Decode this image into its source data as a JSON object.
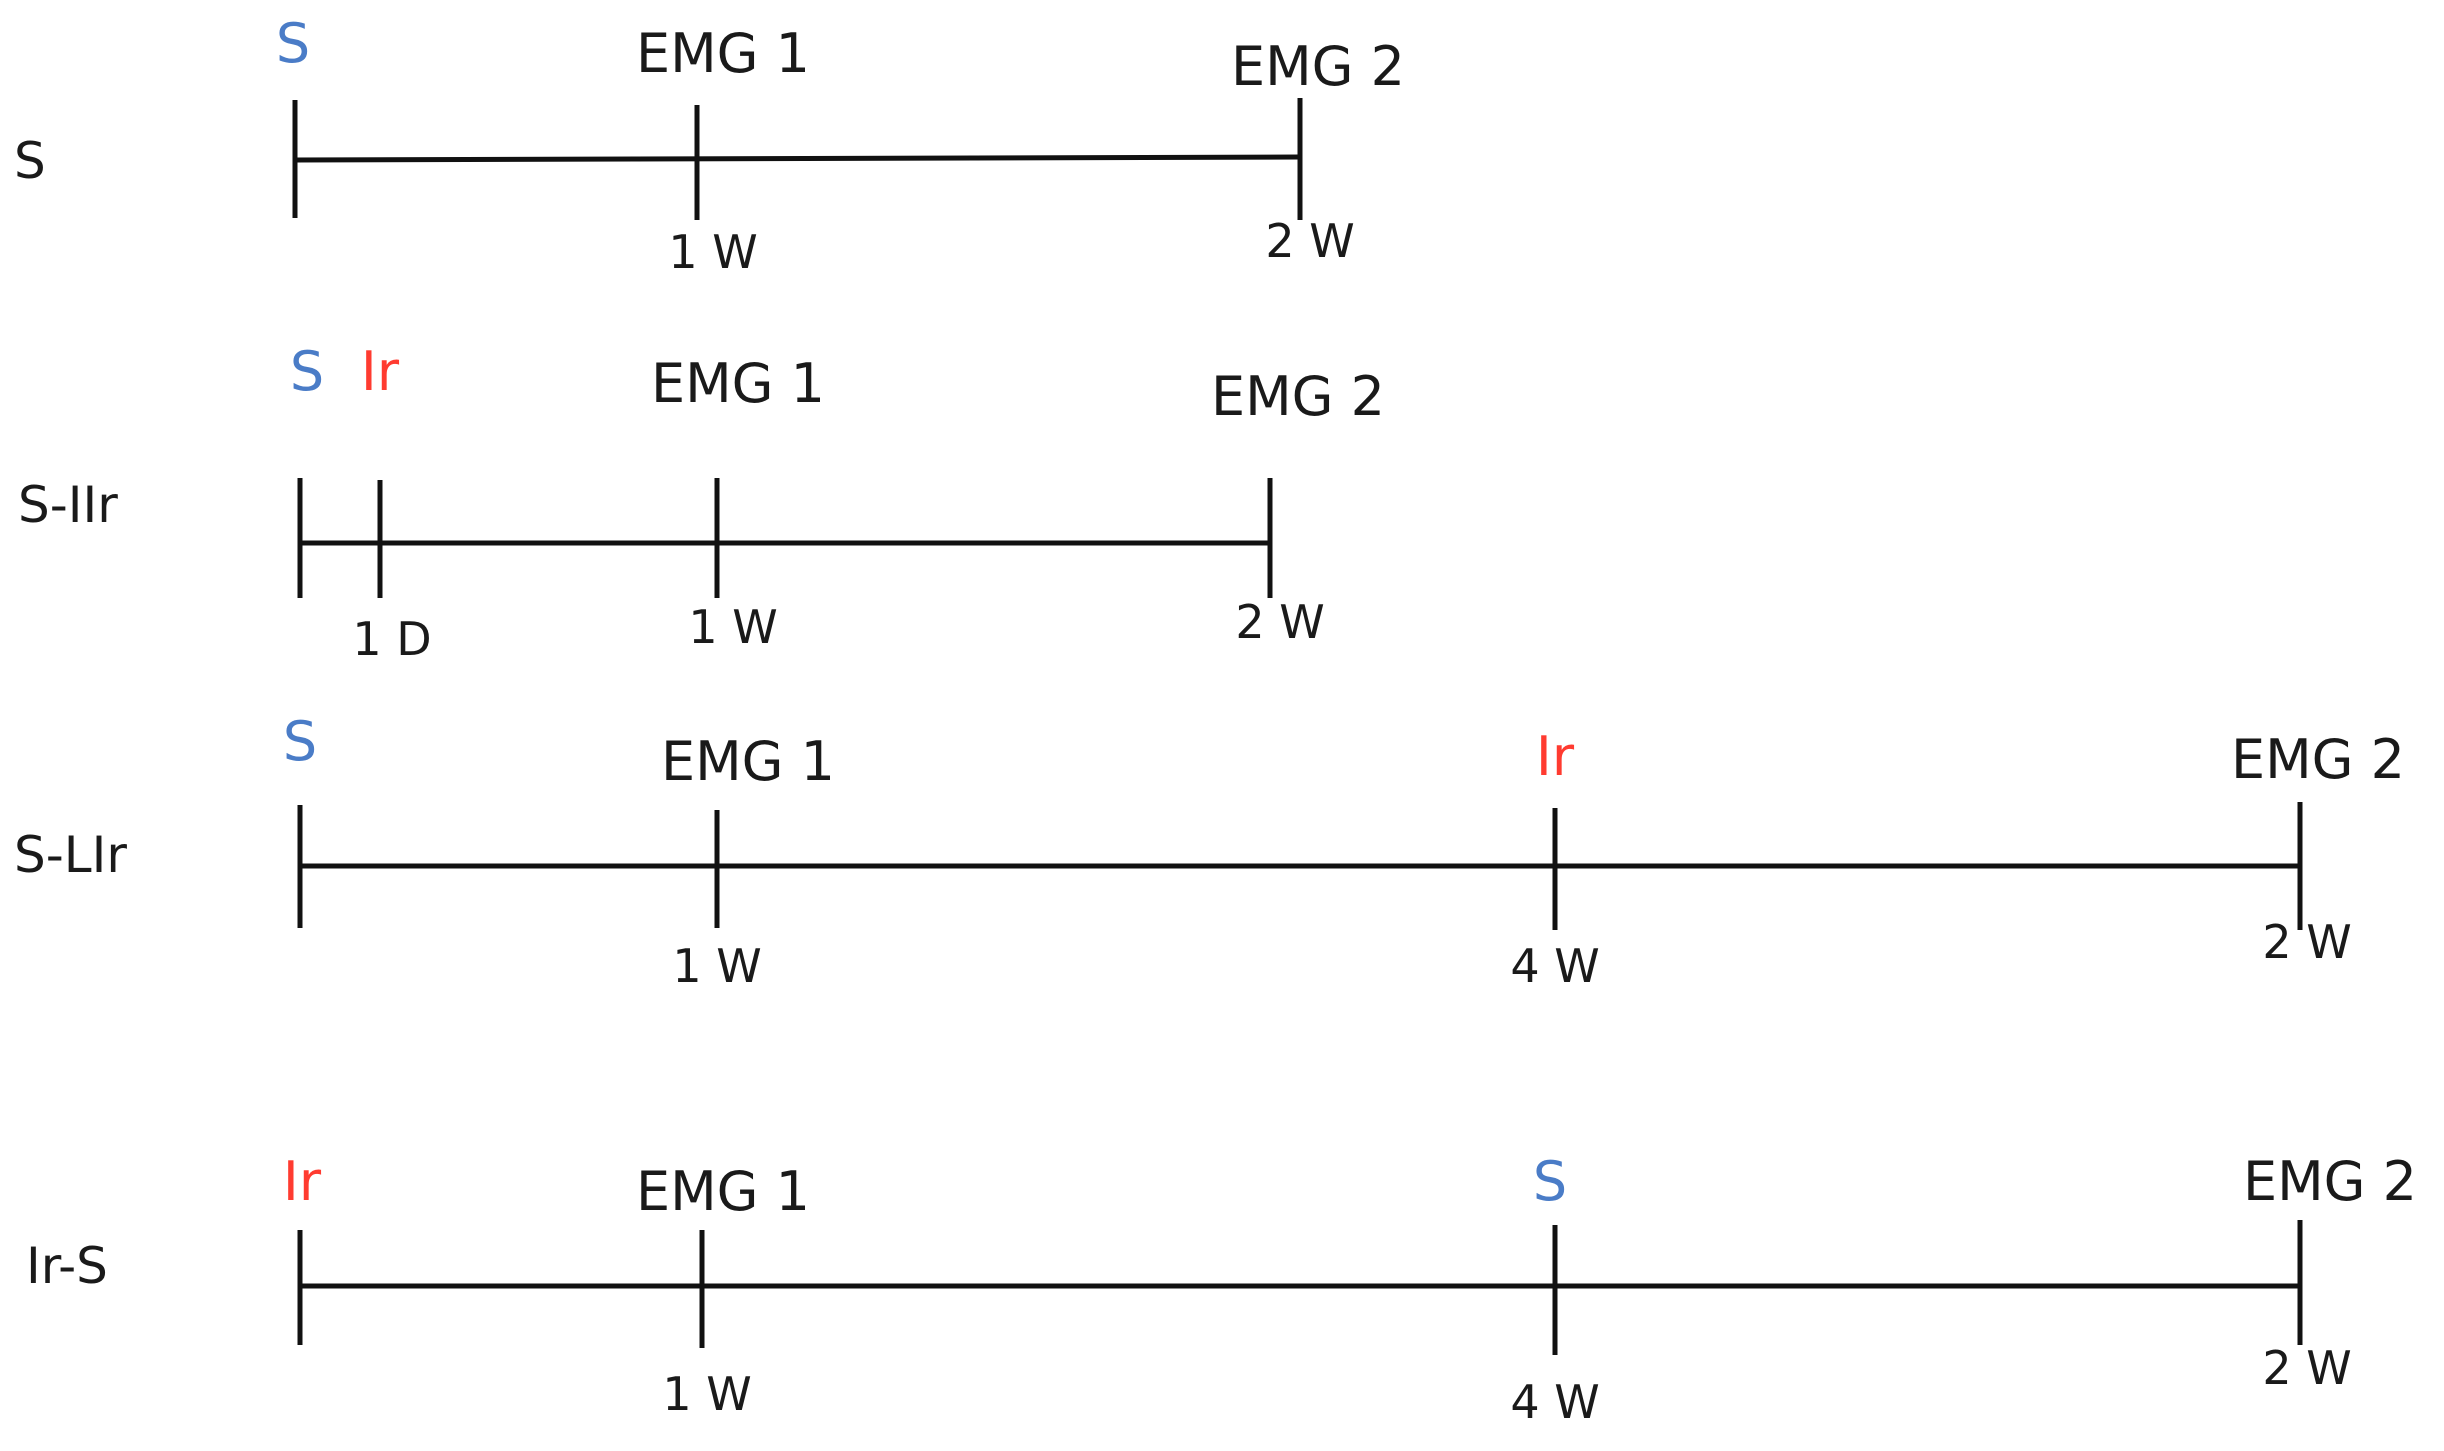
{
  "colors": {
    "s": "#4a7cc7",
    "ir": "#ff3b30",
    "ink": "#111111"
  },
  "rows": [
    {
      "label": "S",
      "events": [
        {
          "top": "S",
          "top_color": "s",
          "bottom": ""
        },
        {
          "top": "EMG 1",
          "top_color": "ink",
          "bottom": "1 W"
        },
        {
          "top": "EMG 2",
          "top_color": "ink",
          "bottom": "2 W"
        }
      ]
    },
    {
      "label": "S-IIr",
      "events": [
        {
          "top": "S",
          "top_color": "s",
          "bottom": ""
        },
        {
          "top": "Ir",
          "top_color": "ir",
          "bottom": "1 D"
        },
        {
          "top": "EMG 1",
          "top_color": "ink",
          "bottom": "1 W"
        },
        {
          "top": "EMG 2",
          "top_color": "ink",
          "bottom": "2 W"
        }
      ]
    },
    {
      "label": "S-LIr",
      "events": [
        {
          "top": "S",
          "top_color": "s",
          "bottom": ""
        },
        {
          "top": "EMG 1",
          "top_color": "ink",
          "bottom": "1 W"
        },
        {
          "top": "Ir",
          "top_color": "ir",
          "bottom": "4 W"
        },
        {
          "top": "EMG 2",
          "top_color": "ink",
          "bottom": "2 W"
        }
      ]
    },
    {
      "label": "Ir-S",
      "events": [
        {
          "top": "Ir",
          "top_color": "ir",
          "bottom": ""
        },
        {
          "top": "EMG 1",
          "top_color": "ink",
          "bottom": "1 W"
        },
        {
          "top": "S",
          "top_color": "s",
          "bottom": "4 W"
        },
        {
          "top": "EMG 2",
          "top_color": "ink",
          "bottom": "2 W"
        }
      ]
    }
  ]
}
